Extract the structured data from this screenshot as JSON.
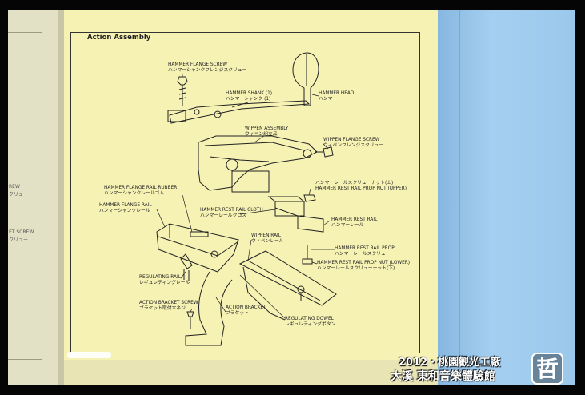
{
  "poster": {
    "title": "Action Assembly",
    "labels": {
      "hammer_flange_screw": [
        "HAMMER FLANGE SCREW",
        "ハンマーシャンクフレンジスクリュー"
      ],
      "hammer_shank": [
        "HAMMER SHANK (1)",
        "ハンマーシャンク (1)"
      ],
      "hammer_head": [
        "HAMMER HEAD",
        "ハンマー"
      ],
      "wippen_assembly": [
        "WIPPEN ASSEMBLY",
        "ウィペン組立品"
      ],
      "wippen_flange_screw": [
        "WIPPEN FLANGE SCREW",
        "ウィペンフレンジスクリュー"
      ],
      "rest_rail_prop_nut_upper": [
        "ハンマーレールスクリューナット(上)",
        "HAMMER REST RAIL PROP NUT (UPPER)"
      ],
      "hammer_flange_rail_rubber": [
        "HAMMER FLANGE RAIL RUBBER",
        "ハンマーシャンクレールゴム"
      ],
      "hammer_flange_rail": [
        "HAMMER FLANGE RAIL",
        "ハンマーシャンクレール"
      ],
      "hammer_rest_rail_cloth": [
        "HAMMER REST RAIL CLOTH",
        "ハンマーレールクロス"
      ],
      "hammer_rest_rail": [
        "HAMMER REST RAIL",
        "ハンマーレール"
      ],
      "wippen_rail": [
        "WIPPEN RAIL",
        "ウィペンレール"
      ],
      "hammer_rest_rail_prop": [
        "HAMMER REST RAIL PROP",
        "ハンマーレールスクリュー"
      ],
      "rest_rail_prop_nut_lower": [
        "HAMMER REST RAIL PROP NUT (LOWER)",
        "ハンマーレールスクリューナット(下)"
      ],
      "regulating_rail": [
        "REGULATING RAIL",
        "レギュレティングレール"
      ],
      "action_bracket_screw": [
        "ACTION BRACKET SCREW",
        "ブラケット取付木ネジ"
      ],
      "action_bracket": [
        "ACTION BRACKET",
        "ブラケット"
      ],
      "regulating_dowel": [
        "REGULATING DOWEL",
        "レギュレティングボタン"
      ]
    }
  },
  "left_sheet_fragments": [
    "REW",
    "クリュー",
    "ET SCREW",
    "クリュー"
  ],
  "watermark": {
    "line1": "2012・桃園觀光工廠",
    "line2": "大溪 東和音樂體驗館",
    "logo_char": "哲"
  }
}
